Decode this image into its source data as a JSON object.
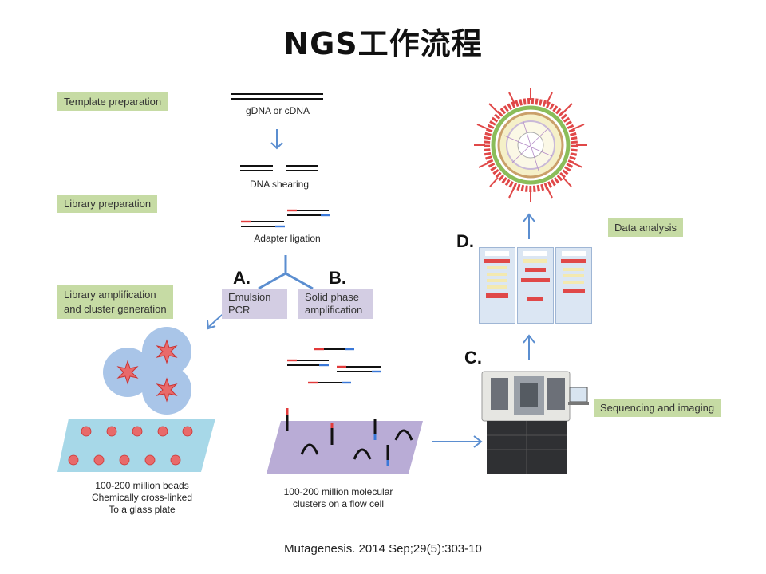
{
  "title": "NGS工作流程",
  "stages": {
    "template_preparation": "Template preparation",
    "library_preparation": "Library preparation",
    "library_amplification": [
      "Library amplification",
      "and cluster generation"
    ],
    "data_analysis": "Data analysis",
    "sequencing_imaging": "Sequencing and imaging"
  },
  "labels": {
    "gdna": "gDNA or cDNA",
    "shearing": "DNA shearing",
    "adapter": "Adapter ligation",
    "beads": [
      "100-200 million beads",
      "Chemically cross-linked",
      "To a glass plate"
    ],
    "clusters": [
      "100-200 million molecular",
      "clusters on a flow cell"
    ]
  },
  "methods": {
    "a_letter": "A.",
    "a_text": [
      "Emulsion",
      "PCR"
    ],
    "b_letter": "B.",
    "b_text": [
      "Solid phase",
      "amplification"
    ],
    "c_letter": "C.",
    "d_letter": "D."
  },
  "citation": "Mutagenesis. 2014 Sep;29(5):303-10",
  "colors": {
    "stage_label_bg": "#c6dba4",
    "method_box_bg": "#d3cde3",
    "arrow": "#5b8ed0",
    "adapter_red": "#e23b3b",
    "adapter_blue": "#3a78d8",
    "bead": "#a9c5e8",
    "flowcell": "#a7d8e8",
    "flowcell_purple": "#b9acd6"
  }
}
